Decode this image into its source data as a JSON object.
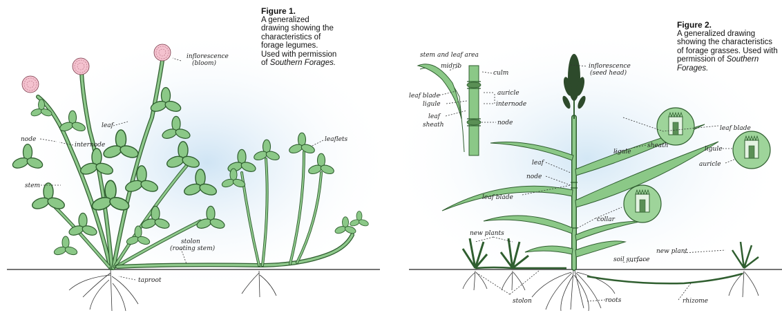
{
  "figure1": {
    "title": "Figure 1.",
    "caption": "A generalized drawing showing the characteristics of forage legumes. Used with permission of",
    "source": "Southern Forages."
  },
  "figure2": {
    "title": "Figure 2.",
    "caption": "A generalized drawing showing the characteristics of forage grasses. Used with permission of",
    "source": "Southern Forages."
  },
  "legume_labels": {
    "inflorescence": "inflorescence",
    "bloom": "(bloom)",
    "leaf": "leaf",
    "node": "node",
    "internode": "internode",
    "stem": "stem",
    "leaflets": "leaflets",
    "stolon": "stolon",
    "rooting_stem": "(rooting stem)",
    "taproot": "taproot"
  },
  "grass_labels": {
    "stem_leaf_area": "stem and leaf area",
    "midrib": "midrib",
    "culm": "culm",
    "leaf_blade_inset": "leaf blade",
    "auricle_inset": "auricle",
    "ligule_inset": "ligule",
    "internode": "internode",
    "leaf": "leaf",
    "sheath_inset": "sheath",
    "node_inset": "node",
    "inflorescence": "inflorescence",
    "seed_head": "(seed head)",
    "leaf_blade_right": "leaf blade",
    "sheath": "sheath",
    "ligule": "ligule",
    "ligule_right": "ligule",
    "auricle_right": "auricle",
    "leaf_main": "leaf",
    "node_main": "node",
    "leaf_blade_left": "leaf blade",
    "collar": "collar",
    "new_plants": "new plants",
    "new_plant": "new plant",
    "soil_surface": "soil surface",
    "stolon": "stolon",
    "roots": "roots",
    "rhizome": "rhizome"
  },
  "colors": {
    "leaf": "#8bc887",
    "outline": "#2f5e2f",
    "bloom": "#f2b8c6",
    "background_glow": "#d6e9f6"
  }
}
